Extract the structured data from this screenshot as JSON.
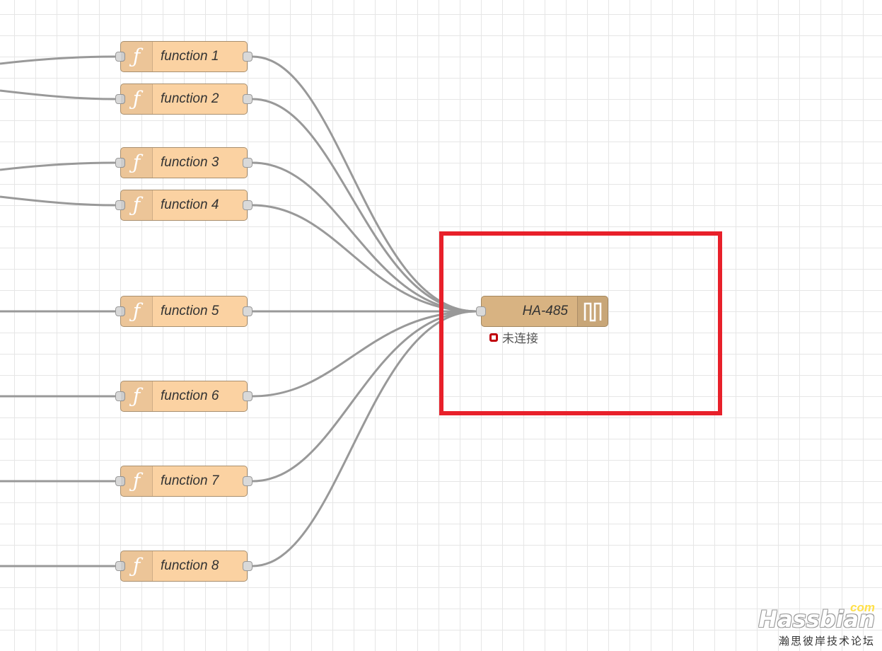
{
  "function_nodes": [
    {
      "label": "function 1",
      "icon": "function-icon"
    },
    {
      "label": "function 2",
      "icon": "function-icon"
    },
    {
      "label": "function 3",
      "icon": "function-icon"
    },
    {
      "label": "function 4",
      "icon": "function-icon"
    },
    {
      "label": "function 5",
      "icon": "function-icon"
    },
    {
      "label": "function 6",
      "icon": "function-icon"
    },
    {
      "label": "function 7",
      "icon": "function-icon"
    },
    {
      "label": "function 8",
      "icon": "function-icon"
    }
  ],
  "function_icon_glyph": "ƒ",
  "output_node": {
    "label": "HA-485",
    "icon": "serial-port-icon",
    "status_text": "未连接",
    "status_color": "#c0000a"
  },
  "highlight_color": "#e8202a",
  "node_color": "#fbd2a2",
  "output_node_color": "#d8b382",
  "wire_color": "#999999",
  "watermark": {
    "brand": "Hassbian",
    "suffix": "com",
    "subtitle": "瀚思彼岸技术论坛"
  }
}
